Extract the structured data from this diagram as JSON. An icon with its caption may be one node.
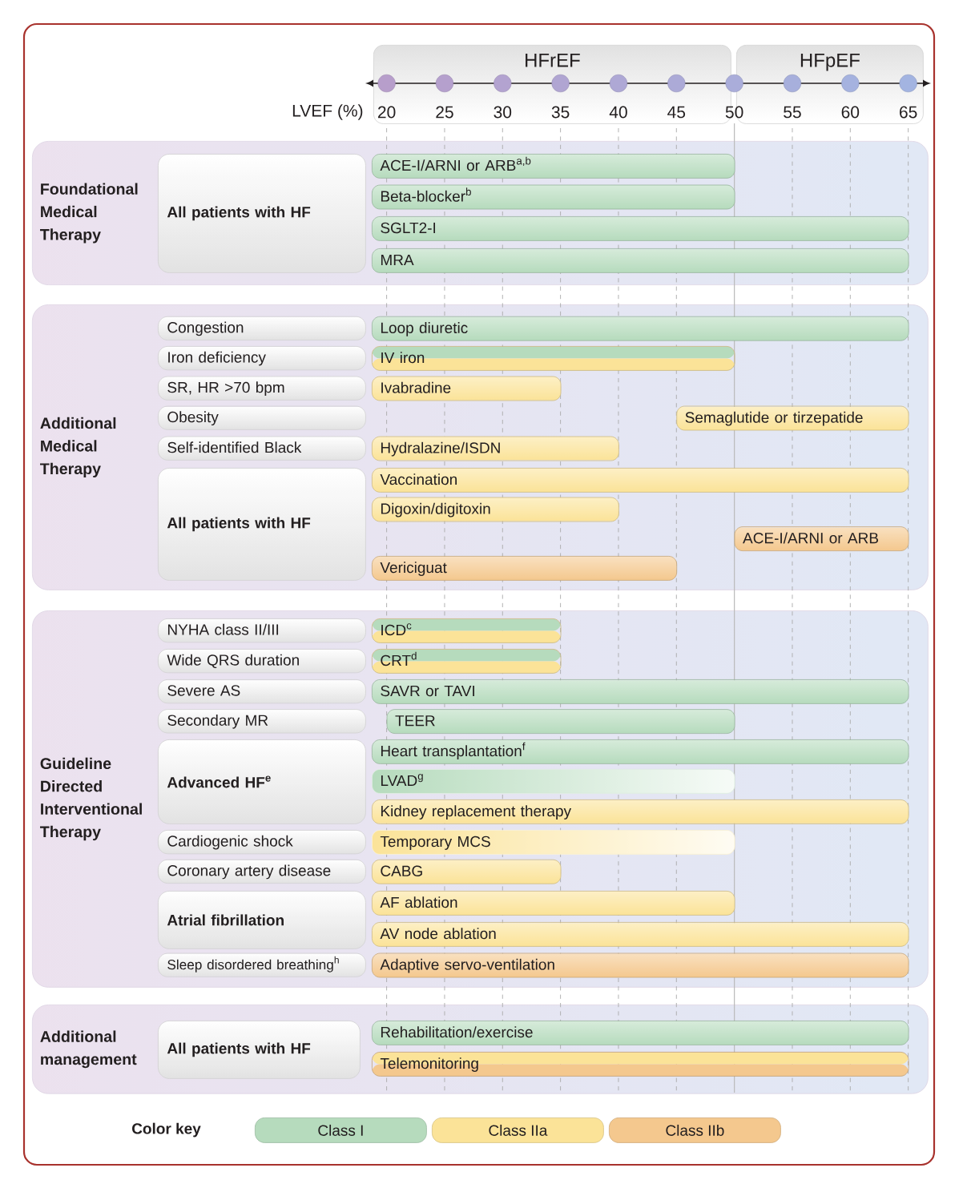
{
  "diagram": {
    "nodes": [
      {
        "text": [
          "HFrEF"
        ]
      },
      {
        "text": [
          "HFpEF"
        ]
      },
      {
        "text": [
          "Foundational Medical Therapy"
        ]
      },
      {
        "text": [
          "All patients with HF"
        ],
        "in": 2
      },
      {
        "text": [
          "ACE-I/ARNI or ARB$^{a,b}$"
        ],
        "in": 2
      },
      {
        "text": [
          "Beta-blocker$^{b}$"
        ],
        "in": 2
      },
      {
        "text": [
          "SGLT2-I"
        ],
        "in": 2
      },
      {
        "text": [
          "MRA"
        ],
        "in": 2
      },
      {
        "text": [
          "Additional Medical Therapy"
        ]
      },
      {
        "text": [
          "Congestion"
        ],
        "in": 8
      },
      {
        "text": [
          "Loop diuretic"
        ],
        "in": 8
      },
      {
        "text": [
          "Iron deficiency"
        ],
        "in": 8
      },
      {
        "text": [
          "IV iron"
        ],
        "in": 8
      },
      {
        "text": [
          "SR, HR >70 bpm"
        ],
        "in": 8
      },
      {
        "text": [
          "Ivabradine"
        ],
        "in": 8
      },
      {
        "text": [
          "Obesity"
        ],
        "in": 8
      },
      {
        "text": [
          "Semaglutide or tirzepatide"
        ],
        "in": 8
      },
      {
        "text": [
          "Self-identified Black"
        ],
        "in": 8
      },
      {
        "text": [
          "Hydralazine/ISDN"
        ],
        "in": 8
      },
      {
        "text": [
          "All patients with HF"
        ],
        "in": 8
      },
      {
        "text": [
          "Vaccination"
        ],
        "in": 8
      },
      {
        "text": [
          "Digoxin/digitoxin"
        ],
        "in": 8
      },
      {
        "text": [
          "ACE-I/ARNI or ARB"
        ],
        "in": 8
      },
      {
        "text": [
          "Vericiguat"
        ],
        "in": 8
      },
      {
        "text": [
          "Guideline Directed Interventional Therapy"
        ]
      },
      {
        "text": [
          "NYHA class II/III"
        ],
        "in": 24
      },
      {
        "text": [
          "ICD$^{c}$"
        ],
        "in": 24
      },
      {
        "text": [
          "Wide QRS duration"
        ],
        "in": 24
      },
      {
        "text": [
          "CRT$^{d}$"
        ],
        "in": 24
      },
      {
        "text": [
          "Severe AS"
        ],
        "in": 24
      },
      {
        "text": [
          "SAVR or TAVI"
        ],
        "in": 24
      },
      {
        "text": [
          "Secondary MR"
        ],
        "in": 24
      },
      {
        "text": [
          "TEER"
        ],
        "in": 24
      },
      {
        "text": [
          "Advanced HF$^{e}$"
        ],
        "in": 24
      },
      {
        "text": [
          "Heart transplantation$^{f}$"
        ],
        "in": 24
      },
      {
        "text": [
          "LVAD$^{g}$"
        ],
        "in": 24
      },
      {
        "text": [
          "Kidney replacement therapy"
        ],
        "in": 24
      },
      {
        "text": [
          "Cardiogenic shock"
        ],
        "in": 24
      },
      {
        "text": [
          "Temporary MCS"
        ],
        "in": 24
      },
      {
        "text": [
          "Coronary artery disease"
        ],
        "in": 24
      },
      {
        "text": [
          "CABG"
        ],
        "in": 24
      },
      {
        "text": [
          "Atrial fibrillation"
        ],
        "in": 24
      },
      {
        "text": [
          "AF ablation"
        ],
        "in": 24
      },
      {
        "text": [
          "AV node ablation"
        ],
        "in": 24
      },
      {
        "text": [
          "Sleep disordered breathing$^{h}$"
        ],
        "in": 24
      },
      {
        "text": [
          "Adaptive servo-ventilation"
        ],
        "in": 24
      },
      {
        "text": [
          "Additional management"
        ]
      },
      {
        "text": [
          "All patients with HF"
        ],
        "in": 46
      },
      {
        "text": [
          "Rehabilitation/exercise"
        ],
        "in": 46
      },
      {
        "text": [
          "Telemonitoring"
        ],
        "in": 46
      }
    ],
    "labels": [
      "LVEF (%)",
      "20",
      "25",
      "30",
      "35",
      "40",
      "45",
      "50",
      "55",
      "60",
      "65",
      "Color key"
    ],
    "legend": [
      {
        "text": "Class I",
        "color": "#b6dbbd"
      },
      {
        "text": "Class IIa",
        "color": "#fbe398"
      },
      {
        "text": "Class IIb",
        "color": "#f4c88e"
      }
    ]
  }
}
